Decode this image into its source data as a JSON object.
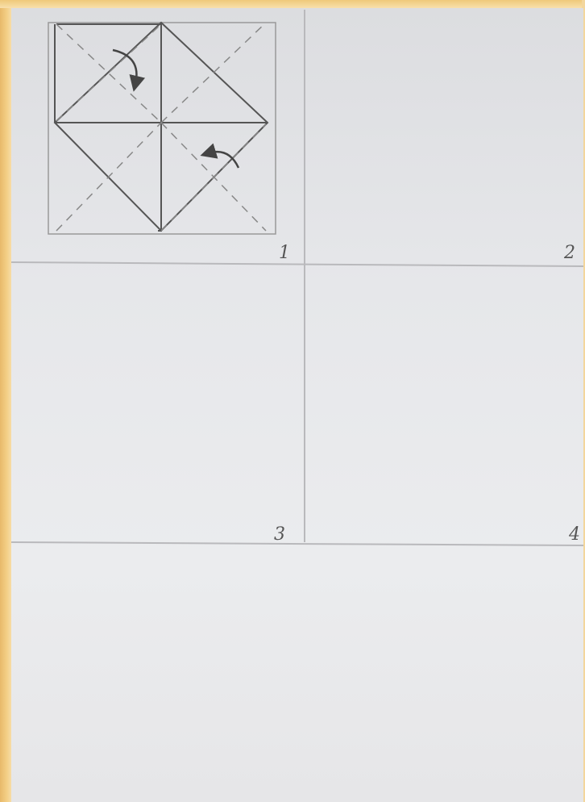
{
  "steps": [
    {
      "number": "1"
    },
    {
      "number": "2"
    },
    {
      "number": "3"
    },
    {
      "number": "4"
    }
  ],
  "colors": {
    "frame": "#f6dba0",
    "paper": "#e6e7ea",
    "pencil": "#555555",
    "model_green": "#1f7a1f"
  },
  "icons": [
    "fold-arrow-icon"
  ]
}
